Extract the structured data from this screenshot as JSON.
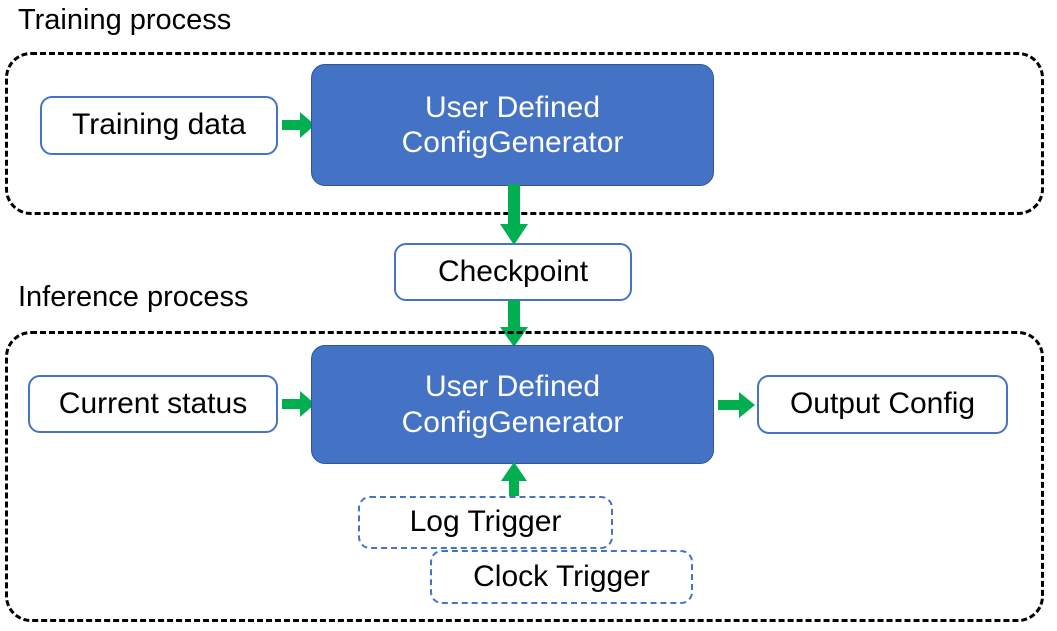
{
  "diagram": {
    "title_training": "Training process",
    "title_inference": "Inference process",
    "colors": {
      "accent_blue": "#4472C4",
      "box_border_blue": "#4574C4",
      "arrow_green": "#00B050",
      "container_dash": "#000000",
      "blue_box_text": "#FFFFFF",
      "text": "#000000",
      "background": "#FFFFFF"
    },
    "training": {
      "input_label": "Training data",
      "processor_line1": "User Defined",
      "processor_line2": "ConfigGenerator"
    },
    "checkpoint": {
      "label": "Checkpoint"
    },
    "inference": {
      "input_label": "Current status",
      "processor_line1": "User Defined",
      "processor_line2": "ConfigGenerator",
      "output_label": "Output Config",
      "trigger_log": "Log Trigger",
      "trigger_clock": "Clock Trigger"
    },
    "arrows": [
      {
        "name": "training-data-to-generator",
        "direction": "right"
      },
      {
        "name": "training-generator-to-checkpoint",
        "direction": "down"
      },
      {
        "name": "checkpoint-to-inference-generator",
        "direction": "down"
      },
      {
        "name": "current-status-to-generator",
        "direction": "right"
      },
      {
        "name": "generator-to-output-config",
        "direction": "right"
      },
      {
        "name": "triggers-to-generator",
        "direction": "up"
      }
    ]
  }
}
